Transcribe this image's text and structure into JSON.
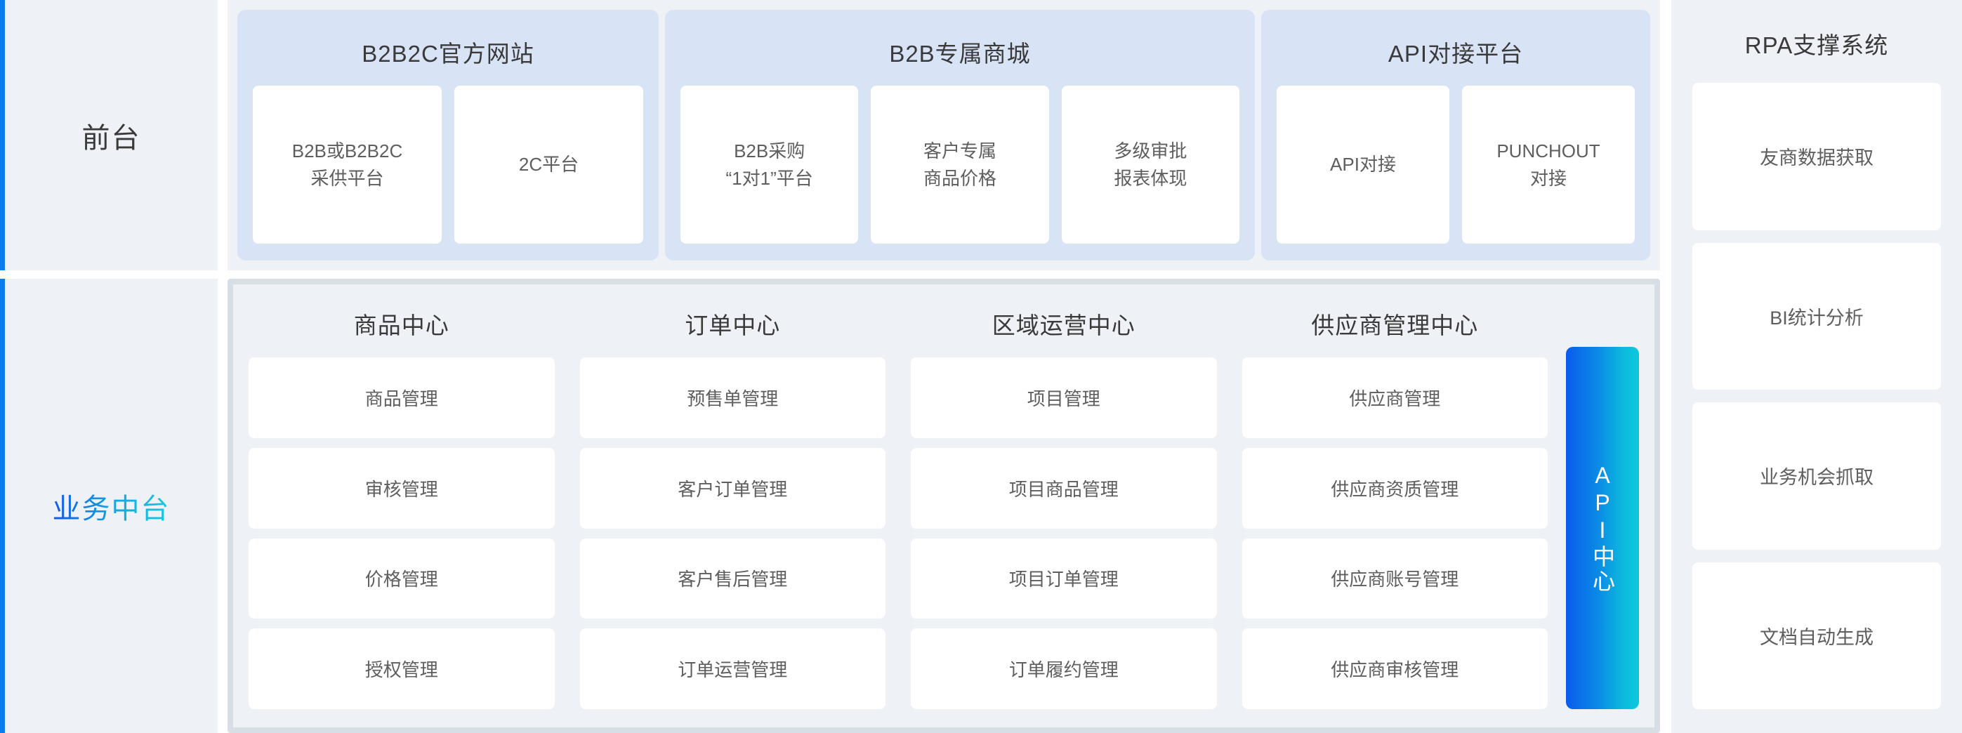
{
  "sidebar": {
    "items": [
      {
        "label": "前台"
      },
      {
        "label": "业务中台"
      }
    ]
  },
  "front_stage": {
    "groups": [
      {
        "title": "B2B2C官方网站",
        "cards": [
          {
            "label": "B2B或B2B2C\n采供平台"
          },
          {
            "label": "2C平台"
          }
        ]
      },
      {
        "title": "B2B专属商城",
        "cards": [
          {
            "label": "B2B采购\n“1对1”平台"
          },
          {
            "label": "客户专属\n商品价格"
          },
          {
            "label": "多级审批\n报表体现"
          }
        ]
      },
      {
        "title": "API对接平台",
        "cards": [
          {
            "label": "API对接"
          },
          {
            "label": "PUNCHOUT\n对接"
          }
        ]
      }
    ]
  },
  "mid_stage": {
    "columns": [
      {
        "title": "商品中心",
        "cards": [
          {
            "label": "商品管理"
          },
          {
            "label": "审核管理"
          },
          {
            "label": "价格管理"
          },
          {
            "label": "授权管理"
          }
        ]
      },
      {
        "title": "订单中心",
        "cards": [
          {
            "label": "预售单管理"
          },
          {
            "label": "客户订单管理"
          },
          {
            "label": "客户售后管理"
          },
          {
            "label": "订单运营管理"
          }
        ]
      },
      {
        "title": "区域运营中心",
        "cards": [
          {
            "label": "项目管理"
          },
          {
            "label": "项目商品管理"
          },
          {
            "label": "项目订单管理"
          },
          {
            "label": "订单履约管理"
          }
        ]
      },
      {
        "title": "供应商管理中心",
        "cards": [
          {
            "label": "供应商管理"
          },
          {
            "label": "供应商资质管理"
          },
          {
            "label": "供应商账号管理"
          },
          {
            "label": "供应商审核管理"
          }
        ]
      }
    ],
    "api_center": {
      "label": "API中心"
    }
  },
  "rpa": {
    "title": "RPA支撑系统",
    "cards": [
      {
        "label": "友商数据获取"
      },
      {
        "label": "BI统计分析"
      },
      {
        "label": "业务机会抓取"
      },
      {
        "label": "文档自动生成"
      }
    ]
  },
  "colors": {
    "page_background": "#FFFFFF",
    "panel_background": "#EEF1F6",
    "group_background": "#D8E3F5",
    "card_background": "#FFFFFF",
    "accent_blue": "#0A7CF0",
    "mid_border": "#D7DEE4",
    "api_gradient_start": "#0A5CEB",
    "api_gradient_end": "#0DC8DC",
    "title_text": "#3A3A3A",
    "card_text": "#5E5E5E"
  }
}
